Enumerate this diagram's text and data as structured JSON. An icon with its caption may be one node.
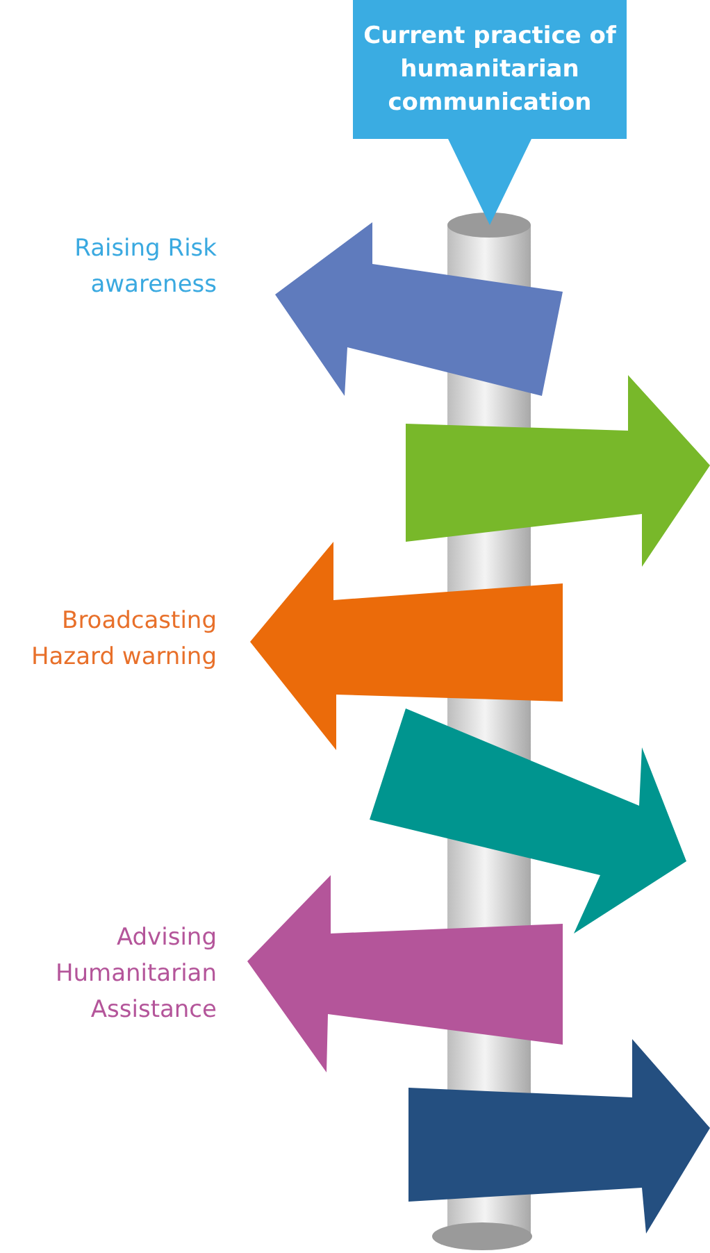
{
  "diagram": {
    "nodes": [
      {
        "text": [
          "Current practice of humanitarian communication"
        ]
      }
    ],
    "edges": [],
    "labels": [
      "Raising Risk awareness",
      "Broadcasting Hazard warning",
      "Advising Humanitarian Assistance"
    ]
  }
}
